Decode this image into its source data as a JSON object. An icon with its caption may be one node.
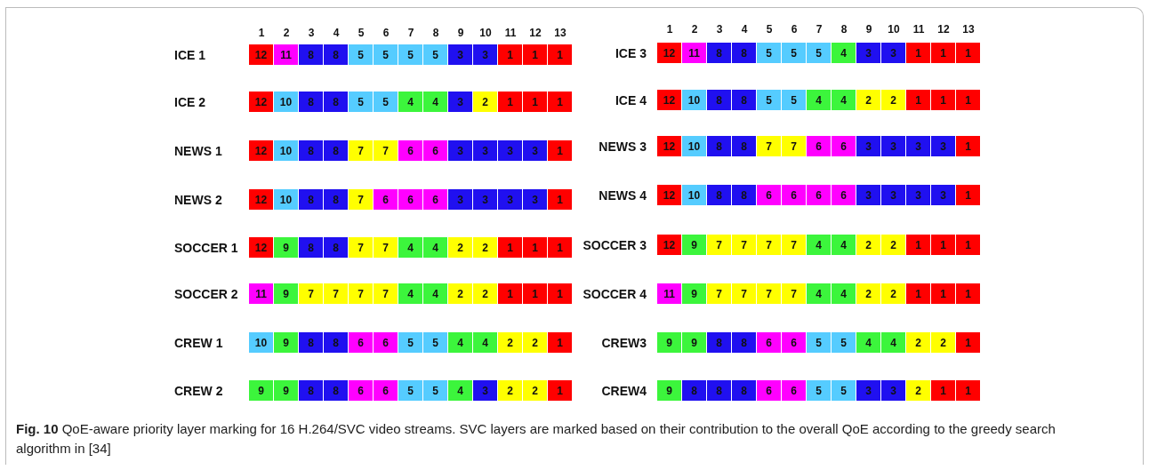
{
  "diagram": {
    "caption": "**Fig. 10** QoE-aware priority layer marking for 16 H.264/SVC video streams. SVC layers are marked based on their contribution to the overall QoE according to the greedy search algorithm in [34]",
    "labels": [
      "1",
      "2",
      "3",
      "4",
      "5",
      "6",
      "7",
      "8",
      "9",
      "10",
      "11",
      "12",
      "13",
      "1",
      "2",
      "3",
      "4",
      "5",
      "6",
      "7",
      "8",
      "9",
      "10",
      "11",
      "12",
      "13",
      "ICE 1",
      "12",
      "11",
      "8",
      "8",
      "5",
      "5",
      "5",
      "5",
      "3",
      "3",
      "1",
      "1",
      "1",
      "ICE 3",
      "12",
      "11",
      "8",
      "8",
      "5",
      "5",
      "5",
      "4",
      "3",
      "3",
      "1",
      "1",
      "1",
      "ICE 2",
      "12",
      "10",
      "8",
      "8",
      "5",
      "5",
      "4",
      "4",
      "3",
      "2",
      "1",
      "1",
      "1",
      "ICE 4",
      "12",
      "10",
      "8",
      "8",
      "5",
      "5",
      "4",
      "4",
      "2",
      "2",
      "1",
      "1",
      "1",
      "NEWS 1",
      "12",
      "10",
      "8",
      "8",
      "7",
      "7",
      "6",
      "6",
      "3",
      "3",
      "3",
      "3",
      "1",
      "NEWS 3",
      "12",
      "10",
      "8",
      "8",
      "7",
      "7",
      "6",
      "6",
      "3",
      "3",
      "3",
      "3",
      "1",
      "NEWS 2",
      "12",
      "10",
      "8",
      "8",
      "7",
      "6",
      "6",
      "6",
      "3",
      "3",
      "3",
      "3",
      "1",
      "NEWS 4",
      "12",
      "10",
      "8",
      "8",
      "6",
      "6",
      "6",
      "6",
      "3",
      "3",
      "3",
      "3",
      "1",
      "SOCCER 1",
      "12",
      "9",
      "8",
      "8",
      "7",
      "7",
      "4",
      "4",
      "2",
      "2",
      "1",
      "1",
      "1",
      "SOCCER 3",
      "12",
      "9",
      "7",
      "7",
      "7",
      "7",
      "4",
      "4",
      "2",
      "2",
      "1",
      "1",
      "1",
      "SOCCER 2",
      "11",
      "9",
      "7",
      "7",
      "7",
      "7",
      "4",
      "4",
      "2",
      "2",
      "1",
      "1",
      "1",
      "SOCCER 4",
      "11",
      "9",
      "7",
      "7",
      "7",
      "7",
      "4",
      "4",
      "2",
      "2",
      "1",
      "1",
      "1",
      "CREW 1",
      "10",
      "9",
      "8",
      "8",
      "6",
      "6",
      "5",
      "5",
      "4",
      "4",
      "2",
      "2",
      "1",
      "CREW3",
      "9",
      "9",
      "8",
      "8",
      "6",
      "6",
      "5",
      "5",
      "4",
      "4",
      "2",
      "2",
      "1",
      "CREW 2",
      "9",
      "9",
      "8",
      "8",
      "6",
      "6",
      "5",
      "5",
      "4",
      "3",
      "2",
      "2",
      "1",
      "CREW4",
      "9",
      "8",
      "8",
      "8",
      "6",
      "6",
      "5",
      "5",
      "3",
      "3",
      "2",
      "1",
      "1"
    ]
  }
}
